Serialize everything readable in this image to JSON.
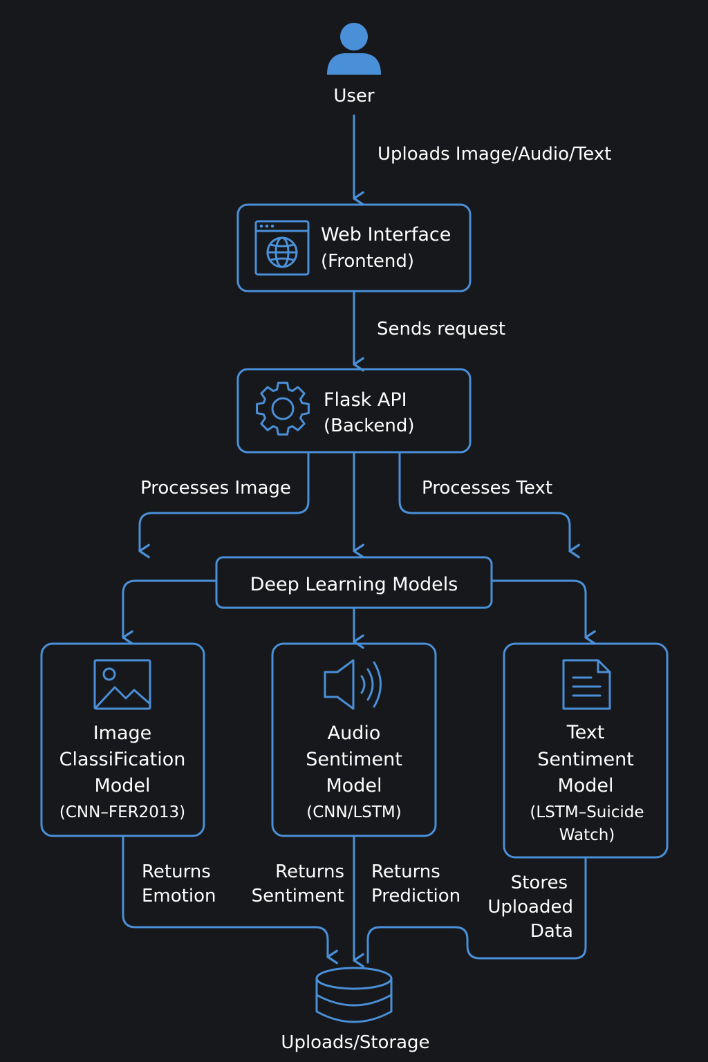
{
  "colors": {
    "background": "#17181b",
    "accent": "#4a90d9",
    "text": "#ffffff"
  },
  "nodes": {
    "user": {
      "label": "User",
      "icon": "user-icon"
    },
    "web": {
      "line1": "Web Interface",
      "line2": "(Frontend)",
      "icon": "browser-globe-icon"
    },
    "flask": {
      "line1": "Flask API",
      "line2": "(Backend)",
      "icon": "gear-icon"
    },
    "dl": {
      "label": "Deep Learning Models"
    },
    "image_model": {
      "lines": [
        "Image",
        "ClassiFication",
        "Model"
      ],
      "sub": [
        "(CNN–FER2013)"
      ],
      "icon": "image-icon"
    },
    "audio_model": {
      "lines": [
        "Audio",
        "Sentiment",
        "Model"
      ],
      "sub": [
        "(CNN/LSTM)"
      ],
      "icon": "speaker-icon"
    },
    "text_model": {
      "lines": [
        "Text",
        "Sentiment",
        "Model"
      ],
      "sub": [
        "(LSTM–Suicide",
        "Watch)"
      ],
      "icon": "document-icon"
    },
    "storage": {
      "label": "Uploads/Storage",
      "icon": "database-icon"
    }
  },
  "edges": {
    "user_web": "Uploads Image/Audio/Text",
    "web_flask": "Sends request",
    "flask_image": "Processes Image",
    "flask_text": "Processes Text",
    "image_storage": [
      "Returns",
      "Emotion"
    ],
    "audio_storage_left": [
      "Returns",
      "Sentiment"
    ],
    "audio_storage_right": [
      "Returns",
      "Prediction"
    ],
    "text_storage": [
      "Stores",
      "Uploaded",
      "Data"
    ]
  }
}
